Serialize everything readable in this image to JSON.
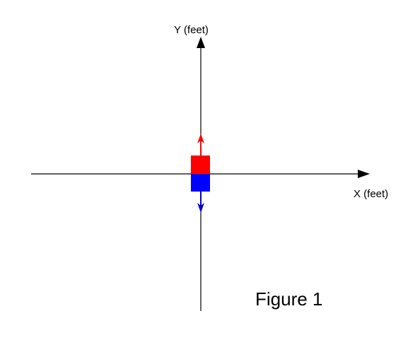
{
  "figure": {
    "x_axis_label": "X (feet)",
    "y_axis_label": "Y (feet)",
    "caption": "Figure 1"
  },
  "objects": {
    "upper_block": {
      "color": "#ff0000",
      "arrow_direction": "up"
    },
    "lower_block": {
      "color": "#0000ff",
      "arrow_direction": "down"
    }
  },
  "colors": {
    "axis": "#000000",
    "background": "#ffffff"
  }
}
